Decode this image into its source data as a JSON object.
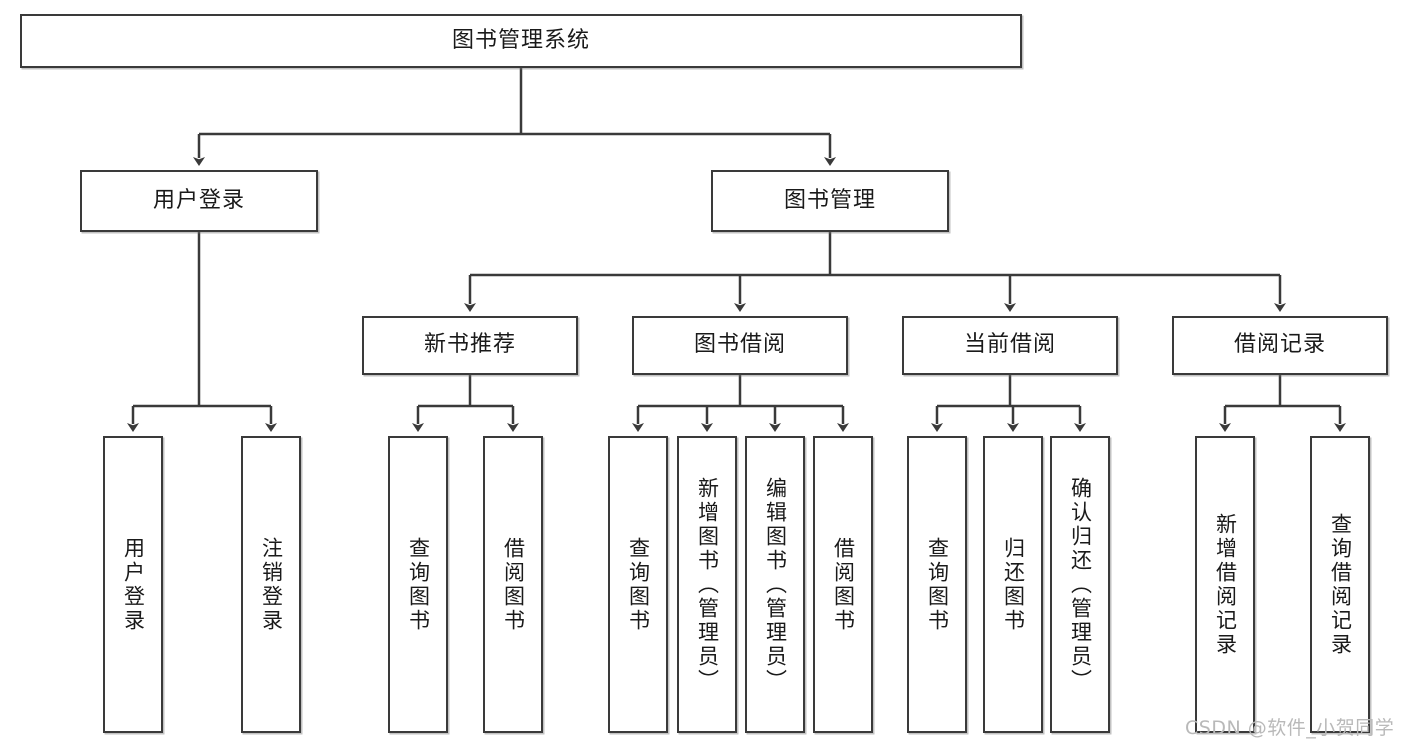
{
  "diagram": {
    "title": "图书管理系统",
    "type": "tree-hierarchy-diagram",
    "root": {
      "label": "图书管理系统"
    },
    "level2": [
      {
        "label": "用户登录"
      },
      {
        "label": "图书管理"
      }
    ],
    "level3": [
      {
        "label": "新书推荐"
      },
      {
        "label": "图书借阅"
      },
      {
        "label": "当前借阅"
      },
      {
        "label": "借阅记录"
      }
    ],
    "leaves": [
      {
        "label": "用户登录"
      },
      {
        "label": "注销登录"
      },
      {
        "label": "查询图书"
      },
      {
        "label": "借阅图书"
      },
      {
        "label": "查询图书"
      },
      {
        "label": "新增图书（管理员）"
      },
      {
        "label": "编辑图书（管理员）"
      },
      {
        "label": "借阅图书"
      },
      {
        "label": "查询图书"
      },
      {
        "label": "归还图书"
      },
      {
        "label": "确认归还（管理员）"
      },
      {
        "label": "新增借阅记录"
      },
      {
        "label": "查询借阅记录"
      }
    ]
  },
  "watermark": {
    "text": "CSDN @软件_小贺同学"
  },
  "colors": {
    "stroke": "#3a3a3a",
    "background": "#ffffff",
    "text": "#1a1a1a",
    "watermark": "#b9b9b9"
  }
}
